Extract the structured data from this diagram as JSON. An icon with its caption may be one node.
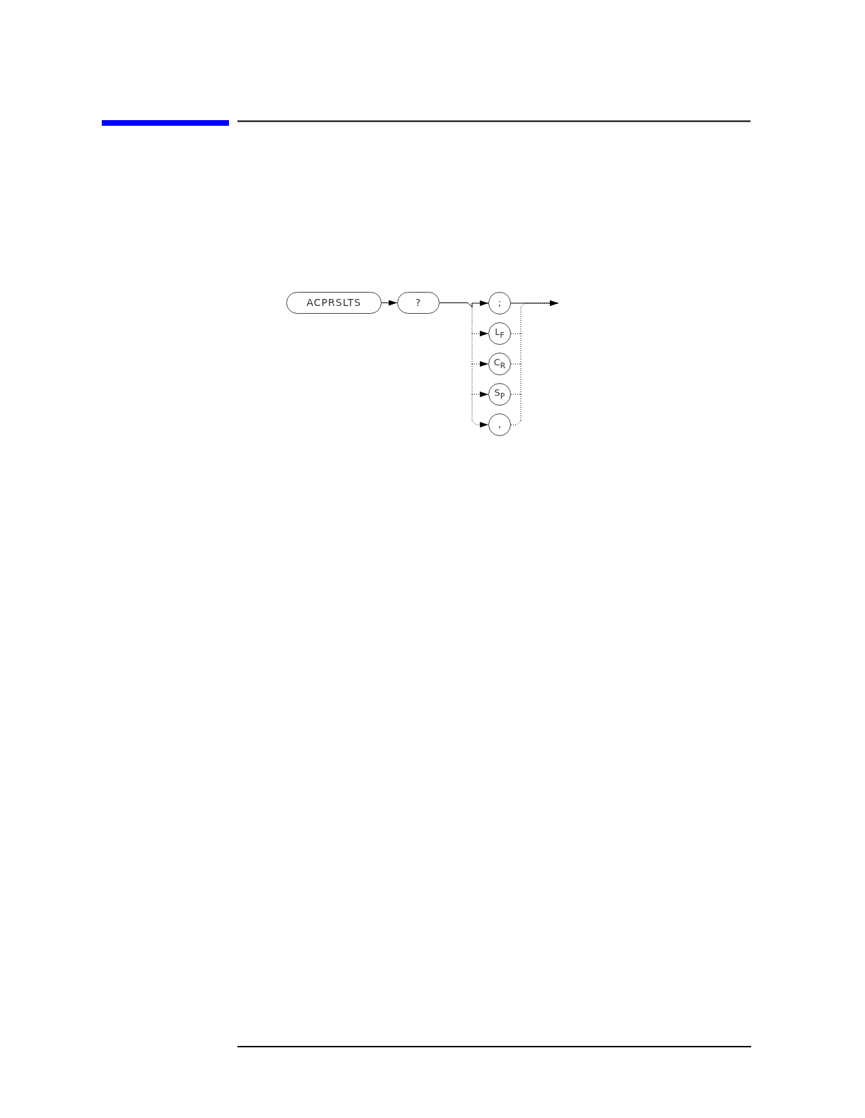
{
  "diagram": {
    "nodes": [
      {
        "text": [
          "ACPRSLTS"
        ]
      },
      {
        "text": [
          "?"
        ]
      },
      {
        "text": [
          ";"
        ]
      },
      {
        "text": [
          "L$_{F}$"
        ]
      },
      {
        "text": [
          "C$_{R}$"
        ]
      },
      {
        "text": [
          "S$_{P}$"
        ]
      },
      {
        "text": [
          ","
        ]
      }
    ],
    "edges": [
      {
        "from": 0,
        "to": 1,
        "arrow": "to"
      },
      {
        "from": 1,
        "to": 2,
        "arrow": "to"
      },
      {
        "from": 1,
        "to": 3,
        "arrow": "to",
        "style": "dashed"
      },
      {
        "from": 1,
        "to": 4,
        "arrow": "to",
        "style": "dashed"
      },
      {
        "from": 1,
        "to": 5,
        "arrow": "to",
        "style": "dashed"
      },
      {
        "from": 1,
        "to": 6,
        "arrow": "to",
        "style": "dashed"
      },
      {
        "from": 2,
        "to": null,
        "arrow": "to"
      },
      {
        "from": 3,
        "to": null,
        "arrow": "to",
        "style": "dashed"
      },
      {
        "from": 4,
        "to": null,
        "arrow": "to",
        "style": "dashed"
      },
      {
        "from": 5,
        "to": null,
        "arrow": "to",
        "style": "dashed"
      },
      {
        "from": 6,
        "to": null,
        "arrow": "to",
        "style": "dashed"
      }
    ]
  }
}
